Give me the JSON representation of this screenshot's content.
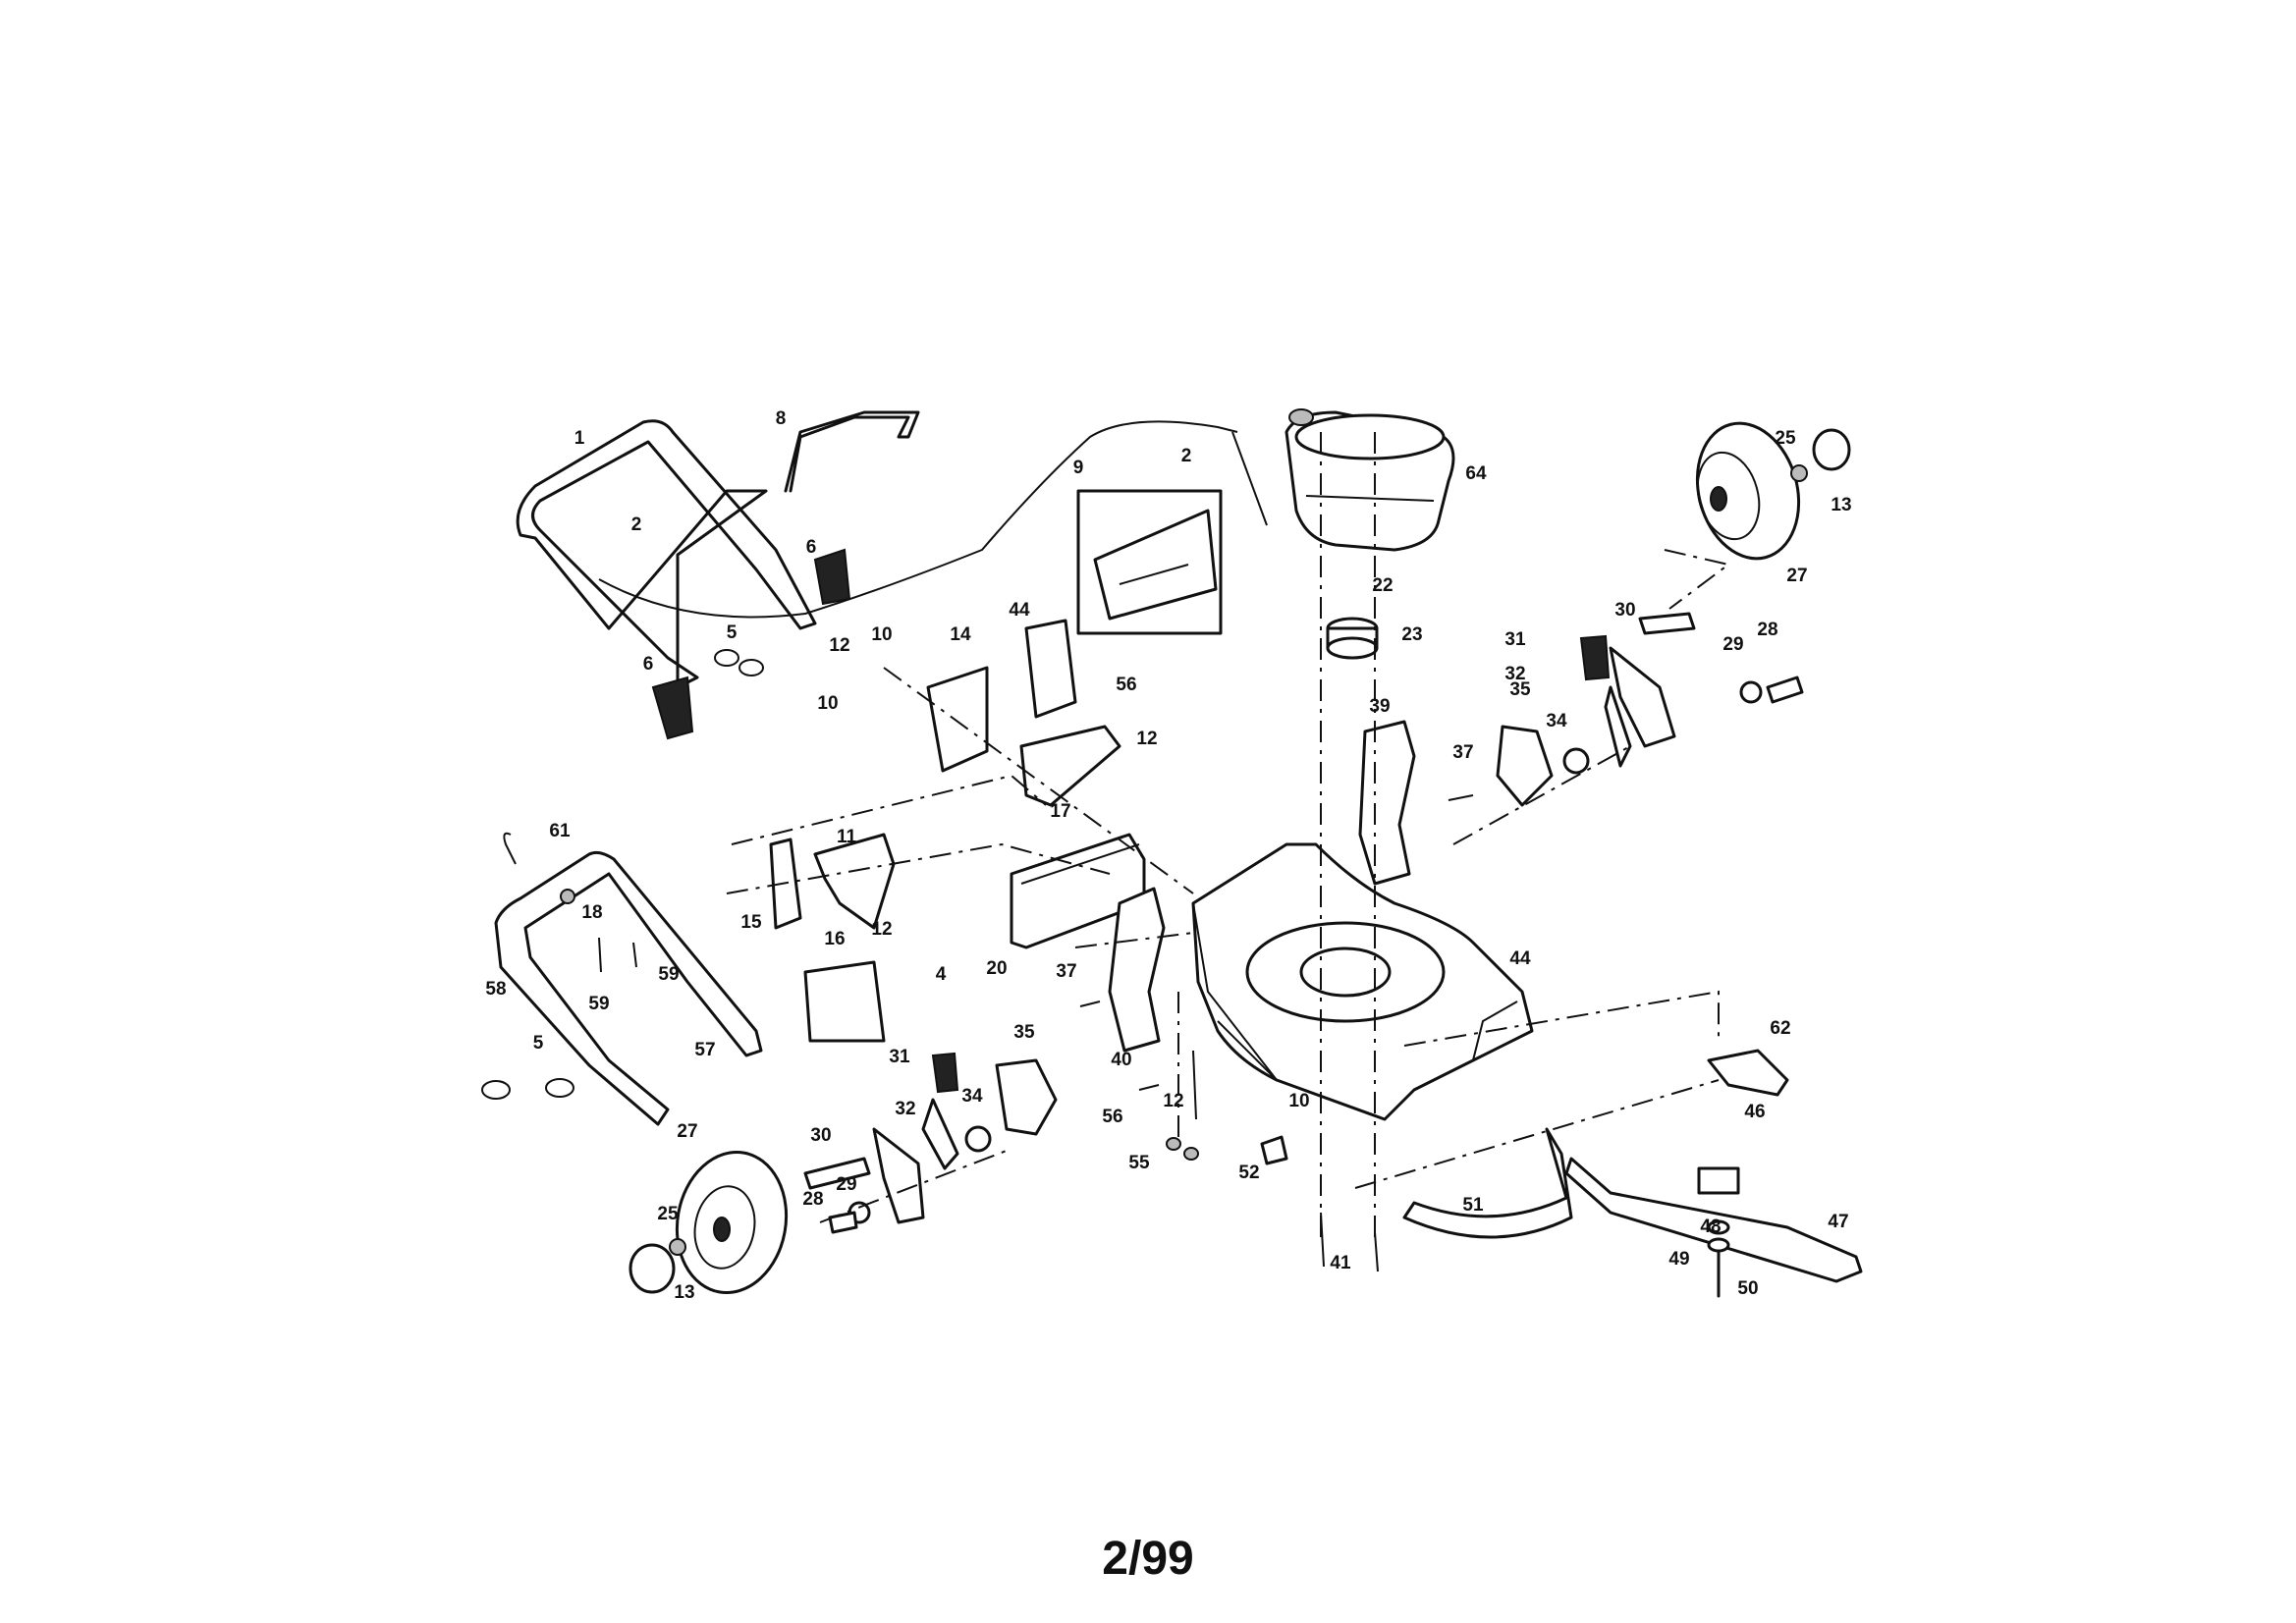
{
  "page_number": "2/99",
  "callouts": [
    "1",
    "2",
    "2",
    "4",
    "5",
    "5",
    "6",
    "6",
    "8",
    "9",
    "10",
    "10",
    "10",
    "11",
    "12",
    "12",
    "12",
    "12",
    "13",
    "13",
    "14",
    "15",
    "16",
    "17",
    "18",
    "20",
    "22",
    "23",
    "25",
    "25",
    "27",
    "27",
    "28",
    "28",
    "29",
    "29",
    "30",
    "30",
    "31",
    "31",
    "32",
    "32",
    "34",
    "34",
    "35",
    "35",
    "37",
    "37",
    "39",
    "40",
    "41",
    "44",
    "44",
    "46",
    "47",
    "48",
    "49",
    "50",
    "51",
    "52",
    "55",
    "56",
    "56",
    "57",
    "58",
    "59",
    "59",
    "61",
    "62",
    "64"
  ]
}
